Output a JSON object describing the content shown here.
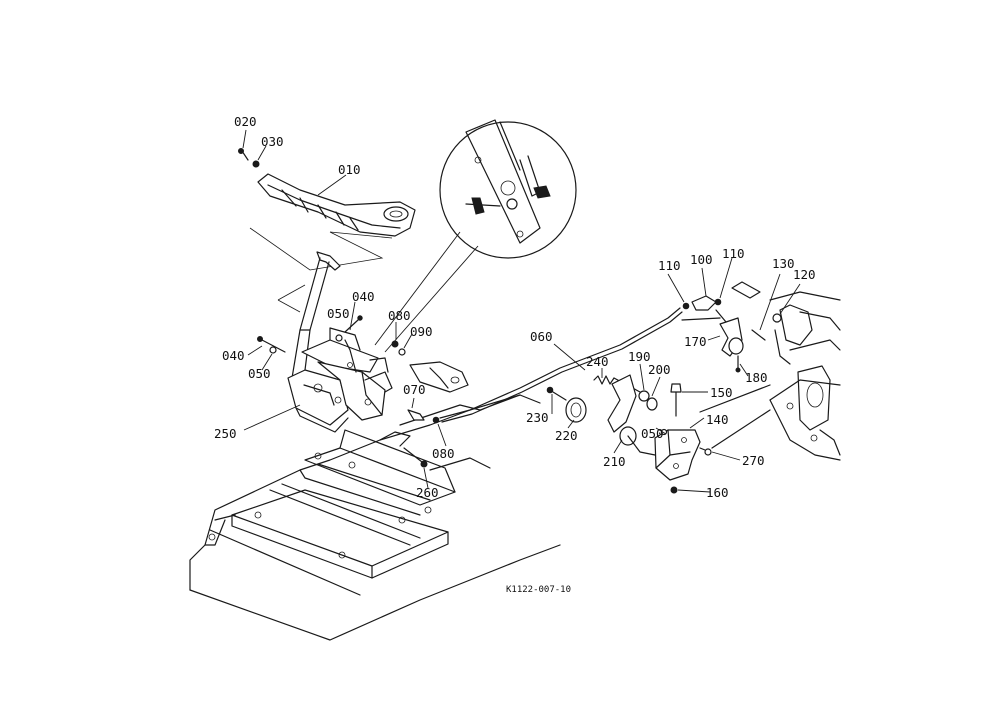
{
  "figure_code": "K1122-007-10",
  "part_labels": [
    "020",
    "030",
    "010",
    "040",
    "050",
    "040",
    "050",
    "080",
    "090",
    "250",
    "070",
    "080",
    "260",
    "060",
    "230",
    "220",
    "240",
    "190",
    "200",
    "150",
    "210",
    "050",
    "140",
    "160",
    "270",
    "110",
    "100",
    "110",
    "130",
    "120",
    "170",
    "180"
  ]
}
